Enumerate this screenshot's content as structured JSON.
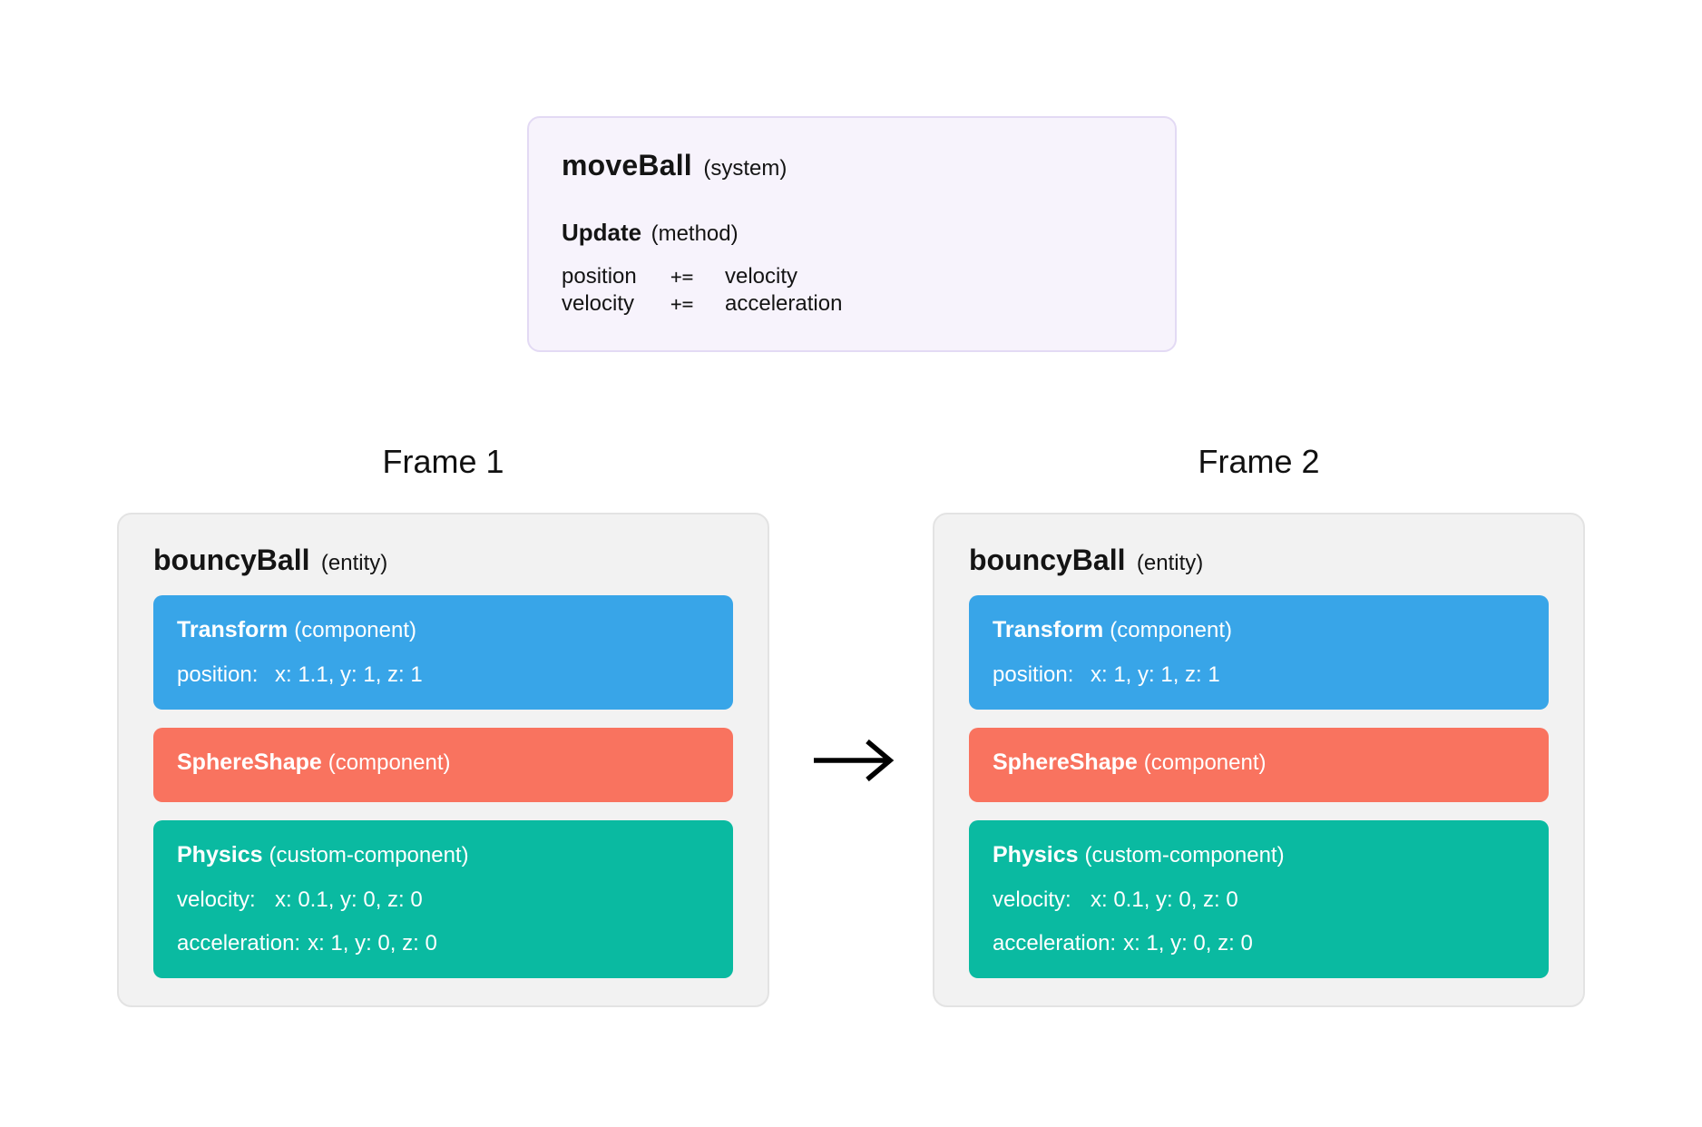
{
  "system_box": {
    "title": "moveBall",
    "title_suffix": "(system)",
    "method_title": "Update",
    "method_suffix": "(method)",
    "code": [
      {
        "lhs": "position",
        "op": "+=",
        "rhs": "velocity"
      },
      {
        "lhs": "velocity",
        "op": "+=",
        "rhs": "acceleration"
      }
    ]
  },
  "arrow": {
    "icon": "right-arrow",
    "color": "#000000"
  },
  "frames": [
    {
      "label": "Frame 1",
      "entity": {
        "title": "bouncyBall",
        "suffix": "(entity)",
        "components": [
          {
            "name": "Transform",
            "suffix": "(component)",
            "color": "#38a5e8",
            "fields": [
              {
                "key": "position:",
                "value": "x: 1.1, y: 1, z: 1"
              }
            ]
          },
          {
            "name": "SphereShape",
            "suffix": "(component)",
            "color": "#f9735f",
            "fields": []
          },
          {
            "name": "Physics",
            "suffix": "(custom-component)",
            "color": "#0abaa1",
            "fields": [
              {
                "key": "velocity:",
                "value": "x: 0.1, y: 0, z: 0"
              },
              {
                "key": "acceleration:",
                "value": "x: 1, y: 0, z: 0"
              }
            ]
          }
        ]
      }
    },
    {
      "label": "Frame 2",
      "entity": {
        "title": "bouncyBall",
        "suffix": "(entity)",
        "components": [
          {
            "name": "Transform",
            "suffix": "(component)",
            "color": "#38a5e8",
            "fields": [
              {
                "key": "position:",
                "value": "x: 1, y: 1, z: 1"
              }
            ]
          },
          {
            "name": "SphereShape",
            "suffix": "(component)",
            "color": "#f9735f",
            "fields": []
          },
          {
            "name": "Physics",
            "suffix": "(custom-component)",
            "color": "#0abaa1",
            "fields": [
              {
                "key": "velocity:",
                "value": "x: 0.1, y: 0, z: 0"
              },
              {
                "key": "acceleration:",
                "value": "x: 1, y: 0, z: 0"
              }
            ]
          }
        ]
      }
    }
  ],
  "colors": {
    "page_bg": "#ffffff",
    "system_box_bg": "#f7f3fc",
    "system_box_border": "#e3daf4",
    "entity_box_bg": "#f2f2f2",
    "entity_box_border": "#e3e3e3",
    "transform_blue": "#38a5e8",
    "sphereshape_coral": "#f9735f",
    "physics_teal": "#0abaa1",
    "text_dark": "#141414",
    "text_on_card": "#ffffff"
  }
}
